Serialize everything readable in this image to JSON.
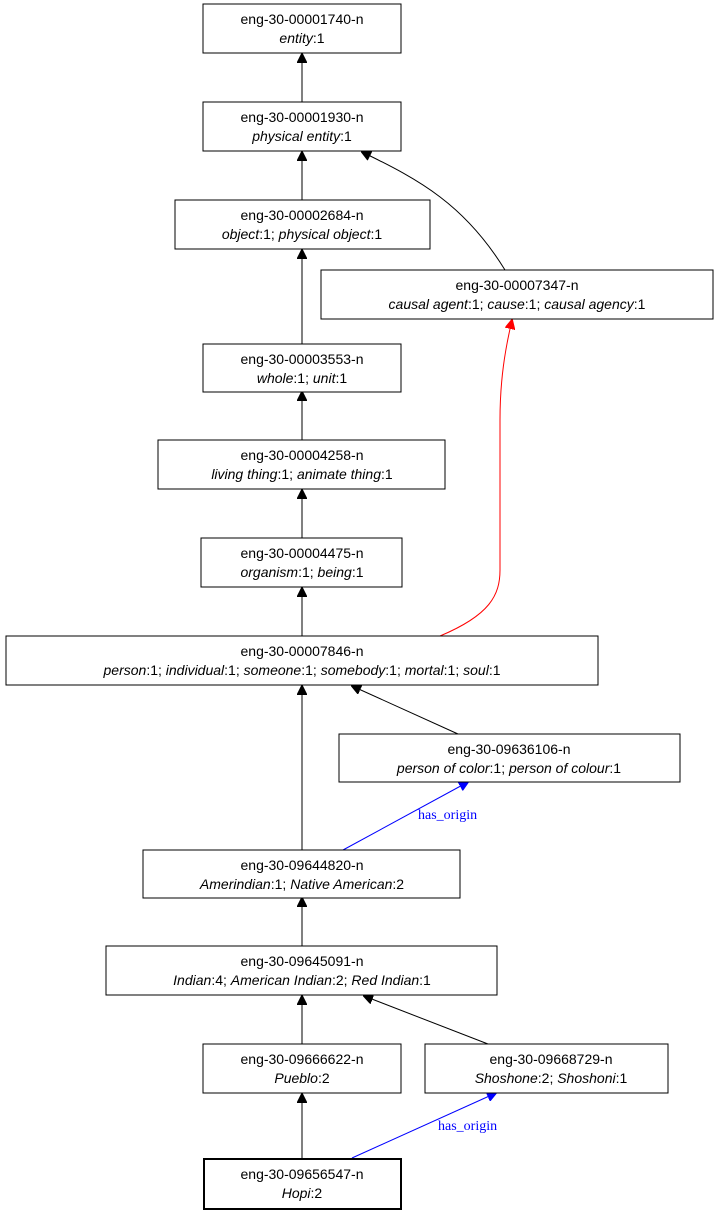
{
  "colors": {
    "hypernym": "#000000",
    "cause": "#ff0000",
    "has_origin": "#0000ff"
  },
  "nodes": {
    "n00001740": {
      "id": "eng-30-00001740-n",
      "synonyms": [
        {
          "lemma": "entity",
          "sense": ":1"
        }
      ]
    },
    "n00001930": {
      "id": "eng-30-00001930-n",
      "synonyms": [
        {
          "lemma": "physical entity",
          "sense": ":1"
        }
      ]
    },
    "n00002684": {
      "id": "eng-30-00002684-n",
      "synonyms": [
        {
          "lemma": "object",
          "sense": ":1"
        },
        {
          "lemma": "physical object",
          "sense": ":1"
        }
      ]
    },
    "n00007347": {
      "id": "eng-30-00007347-n",
      "synonyms": [
        {
          "lemma": "causal agent",
          "sense": ":1"
        },
        {
          "lemma": "cause",
          "sense": ":1"
        },
        {
          "lemma": "causal agency",
          "sense": ":1"
        }
      ]
    },
    "n00003553": {
      "id": "eng-30-00003553-n",
      "synonyms": [
        {
          "lemma": "whole",
          "sense": ":1"
        },
        {
          "lemma": "unit",
          "sense": ":1"
        }
      ]
    },
    "n00004258": {
      "id": "eng-30-00004258-n",
      "synonyms": [
        {
          "lemma": "living thing",
          "sense": ":1"
        },
        {
          "lemma": "animate thing",
          "sense": ":1"
        }
      ]
    },
    "n00004475": {
      "id": "eng-30-00004475-n",
      "synonyms": [
        {
          "lemma": "organism",
          "sense": ":1"
        },
        {
          "lemma": "being",
          "sense": ":1"
        }
      ]
    },
    "n00007846": {
      "id": "eng-30-00007846-n",
      "synonyms": [
        {
          "lemma": "person",
          "sense": ":1"
        },
        {
          "lemma": "individual",
          "sense": ":1"
        },
        {
          "lemma": "someone",
          "sense": ":1"
        },
        {
          "lemma": "somebody",
          "sense": ":1"
        },
        {
          "lemma": "mortal",
          "sense": ":1"
        },
        {
          "lemma": "soul",
          "sense": ":1"
        }
      ]
    },
    "n09636106": {
      "id": "eng-30-09636106-n",
      "synonyms": [
        {
          "lemma": "person of color",
          "sense": ":1"
        },
        {
          "lemma": "person of colour",
          "sense": ":1"
        }
      ]
    },
    "n09644820": {
      "id": "eng-30-09644820-n",
      "synonyms": [
        {
          "lemma": "Amerindian",
          "sense": ":1"
        },
        {
          "lemma": "Native American",
          "sense": ":2"
        }
      ]
    },
    "n09645091": {
      "id": "eng-30-09645091-n",
      "synonyms": [
        {
          "lemma": "Indian",
          "sense": ":4"
        },
        {
          "lemma": "American Indian",
          "sense": ":2"
        },
        {
          "lemma": "Red Indian",
          "sense": ":1"
        }
      ]
    },
    "n09666622": {
      "id": "eng-30-09666622-n",
      "synonyms": [
        {
          "lemma": "Pueblo",
          "sense": ":2"
        }
      ]
    },
    "n09668729": {
      "id": "eng-30-09668729-n",
      "synonyms": [
        {
          "lemma": "Shoshone",
          "sense": ":2"
        },
        {
          "lemma": "Shoshoni",
          "sense": ":1"
        }
      ]
    },
    "n09656547": {
      "id": "eng-30-09656547-n",
      "synonyms": [
        {
          "lemma": "Hopi",
          "sense": ":2"
        }
      ]
    }
  },
  "edge_labels": {
    "has_origin_1": "has_origin",
    "has_origin_2": "has_origin"
  }
}
